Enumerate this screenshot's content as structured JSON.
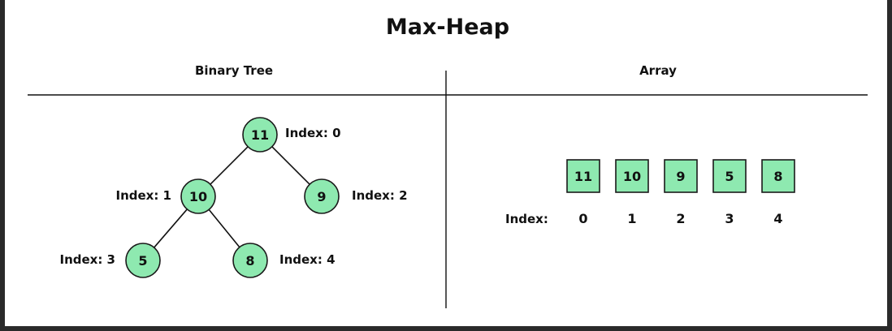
{
  "title": "Max-Heap",
  "tree_section": {
    "heading": "Binary Tree"
  },
  "array_section": {
    "heading": "Array",
    "index_heading": "Index:"
  },
  "node_fill": "#8ee9b0",
  "nodes": [
    {
      "value": "11",
      "index_label": "Index: 0"
    },
    {
      "value": "10",
      "index_label": "Index: 1"
    },
    {
      "value": "9",
      "index_label": "Index: 2"
    },
    {
      "value": "5",
      "index_label": "Index: 3"
    },
    {
      "value": "8",
      "index_label": "Index: 4"
    }
  ],
  "edges": [
    [
      0,
      1
    ],
    [
      0,
      2
    ],
    [
      1,
      3
    ],
    [
      1,
      4
    ]
  ],
  "array": [
    {
      "value": "11",
      "index": "0"
    },
    {
      "value": "10",
      "index": "1"
    },
    {
      "value": "9",
      "index": "2"
    },
    {
      "value": "5",
      "index": "3"
    },
    {
      "value": "8",
      "index": "4"
    }
  ]
}
